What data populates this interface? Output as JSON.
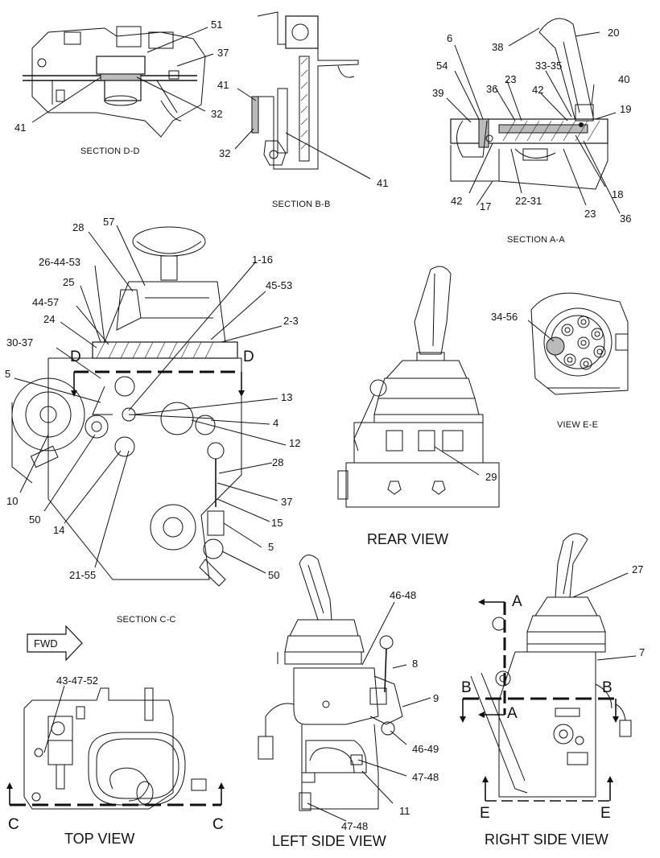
{
  "views": {
    "section_dd": "SECTION D-D",
    "section_bb": "SECTION B-B",
    "section_aa": "SECTION A-A",
    "section_cc": "SECTION C-C",
    "rear": "REAR VIEW",
    "view_ee": "VIEW E-E",
    "top": "TOP VIEW",
    "left_side": "LEFT SIDE VIEW",
    "right_side": "RIGHT SIDE VIEW",
    "fwd": "FWD"
  },
  "callouts": {
    "dd": [
      "51",
      "37",
      "32",
      "41"
    ],
    "bb": [
      "41",
      "32",
      "41"
    ],
    "aa": [
      "6",
      "38",
      "20",
      "54",
      "33-35",
      "40",
      "39",
      "23",
      "36",
      "42",
      "19",
      "18",
      "42",
      "17",
      "22-31",
      "23",
      "36"
    ],
    "cc": [
      "28",
      "57",
      "26-44-53",
      "1-16",
      "25",
      "45-53",
      "44-57",
      "2-3",
      "24",
      "30-37",
      "5",
      "13",
      "4",
      "12",
      "10",
      "50",
      "14",
      "28",
      "37",
      "15",
      "5",
      "21-55",
      "50"
    ],
    "rear": [
      "29"
    ],
    "ee": [
      "34-56"
    ],
    "top": [
      "43-47-52"
    ],
    "left": [
      "46-48",
      "8",
      "9",
      "46-49",
      "47-48",
      "11",
      "47-48"
    ],
    "right": [
      "27",
      "7"
    ]
  },
  "section_letters": {
    "d_left": "D",
    "d_right": "D",
    "c_left": "C",
    "c_right": "C",
    "a_top": "A",
    "a_bottom": "A",
    "b_left": "B",
    "b_right": "B",
    "e_left": "E",
    "e_right": "E"
  }
}
